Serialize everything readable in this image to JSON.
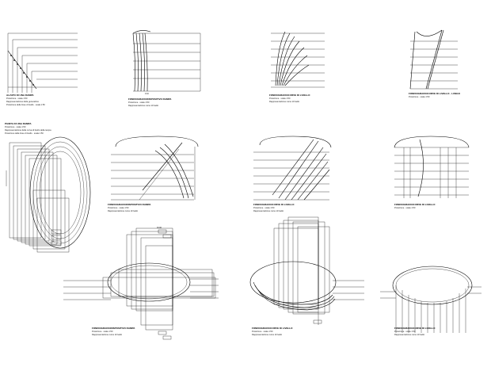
{
  "sheet": {
    "background": "#ffffff",
    "ink": "#000000"
  },
  "panels": [
    {
      "id": "p1",
      "caption": [
        "ALZATO DI UNA RAMPA",
        "Proiezione · scala 1:50",
        "Rappresentazione della generatrice",
        "Proiezione delle linee di livello · scala 1:50"
      ]
    },
    {
      "id": "p2",
      "caption": [
        "FONDO/GRADO/DISPOSITIVO RAMPA",
        "Proiezione · scala 1:50",
        "Rappresentazione curve di livello"
      ]
    },
    {
      "id": "p3",
      "caption": [
        "FONDO/GRADO/CURVE DI LIVELLO",
        "Proiezione · scala 1:50",
        "Rappresentazione curve di livello"
      ]
    },
    {
      "id": "p4",
      "caption": [
        "FONDO/GRADO/CURVE DI LIVELLO · LUNGO",
        "Proiezione · scala 1:50"
      ]
    },
    {
      "id": "p5",
      "caption": [
        "PIANTA DI UNA RAMPA",
        "Proiezione · scala 1:50",
        "Rappresentazione della curva di livello della rampa",
        "Proiezione delle linee di livello · scala 1:50"
      ]
    },
    {
      "id": "p6",
      "caption": [
        "FONDO/GRADO/DISPOSITIVO RAMPA",
        "Proiezione · scala 1:50",
        "Rappresentazione curve di livello"
      ]
    },
    {
      "id": "p7",
      "caption": [
        "FONDO/GRADO/CURVE DI LIVELLO",
        "Proiezione · scala 1:50",
        "Rappresentazione curve di livello"
      ]
    },
    {
      "id": "p8",
      "caption": [
        "FONDO/GRADO/CURVE DI LIVELLO",
        "Proiezione · scala 1:50"
      ]
    },
    {
      "id": "p9",
      "caption": [
        "FONDO/GRADO/DISPOSITIVO RAMPA",
        "Proiezione · scala 1:50",
        "Rappresentazione curve di livello"
      ]
    },
    {
      "id": "p10",
      "caption": [
        "FONDO/GRADO/CURVE DI LIVELLO",
        "Proiezione · scala 1:50",
        "Rappresentazione curve di livello"
      ]
    },
    {
      "id": "p11",
      "caption": [
        "FONDO/GRADO/CURVE DI LIVELLO",
        "Proiezione · scala 1:50",
        "Rappresentazione curve di livello"
      ]
    }
  ],
  "small_labels": {
    "p2_axis": "0  10",
    "dim_label": "±0.00"
  }
}
